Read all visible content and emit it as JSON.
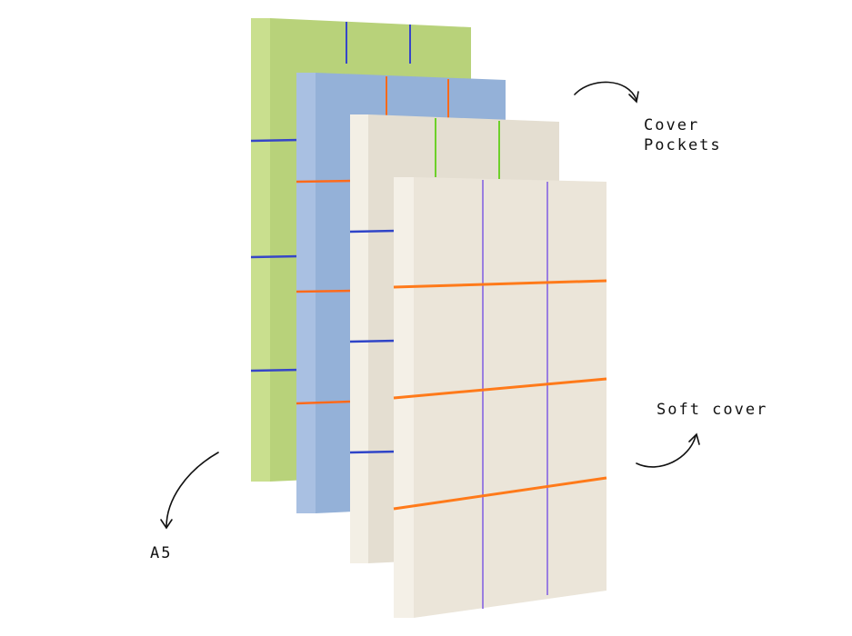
{
  "annotations": {
    "cover_pockets": [
      "Cover",
      "Pockets"
    ],
    "soft_cover": "Soft cover",
    "size": "A5"
  },
  "colors": {
    "green": "#b8d27a",
    "blue": "#94b1d8",
    "cream": "#ebe5d9",
    "orange": "#ff7a1a",
    "navy": "#3646c8",
    "purple": "#9a7ee0",
    "lime": "#6ed02a"
  }
}
